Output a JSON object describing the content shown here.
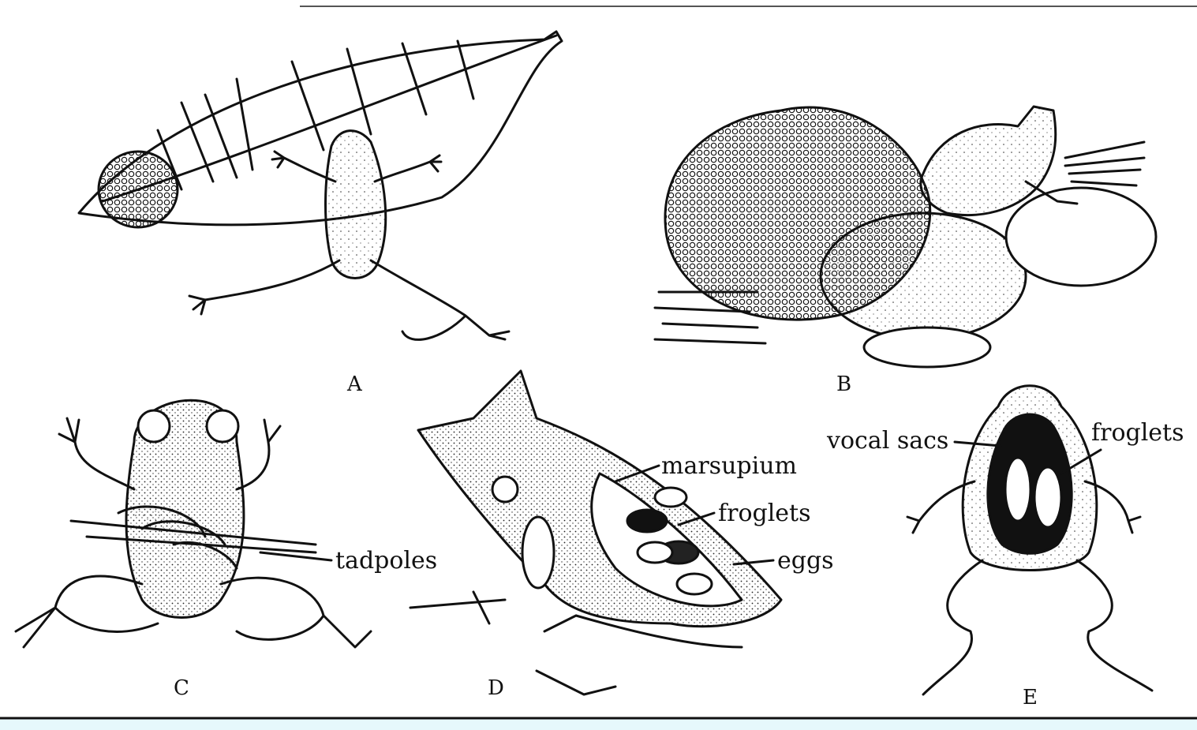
{
  "panels": [
    {
      "letter": "A"
    },
    {
      "letter": "B"
    },
    {
      "letter": "C"
    },
    {
      "letter": "D"
    },
    {
      "letter": "E"
    }
  ],
  "annotations": {
    "tadpoles": "tadpoles",
    "marsupium": "marsupium",
    "froglets_d": "froglets",
    "eggs": "eggs",
    "vocal_sacs": "vocal sacs",
    "froglets_e": "froglets"
  },
  "colors": {
    "background": "#e6f8fc",
    "plate": "#ffffff",
    "ink": "#111111"
  }
}
